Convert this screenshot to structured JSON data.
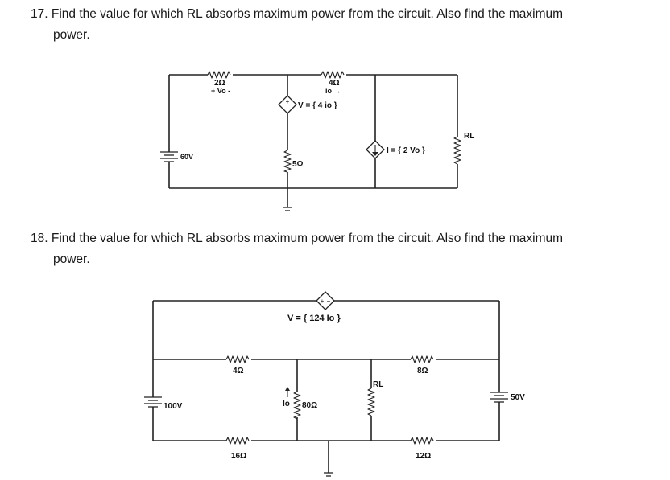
{
  "problems": [
    {
      "number": "17.",
      "text_line1": "Find the value for which RL absorbs maximum power from the circuit.  Also find the maximum",
      "text_line2": "power.",
      "labels": {
        "r_2ohm": "2Ω",
        "vo": "+ Vo -",
        "r_4ohm": "4Ω",
        "io": "io →",
        "dep_v": "V = { 4 io }",
        "source_60v": "60V",
        "r_5ohm": "5Ω",
        "dep_i": "I = { 2 Vo }",
        "rl": "RL"
      }
    },
    {
      "number": "18.",
      "text_line1": "Find the value for which RL absorbs maximum power from the circuit.  Also find the maximum",
      "text_line2": "power.",
      "labels": {
        "dep_v": "V = { 124 Io }",
        "r_4ohm": "4Ω",
        "r_8ohm": "8Ω",
        "rl": "RL",
        "source_100v": "100V",
        "io": "Io",
        "r_80ohm": "80Ω",
        "source_50v": "50V",
        "r_16ohm": "16Ω",
        "r_12ohm": "12Ω"
      }
    }
  ]
}
